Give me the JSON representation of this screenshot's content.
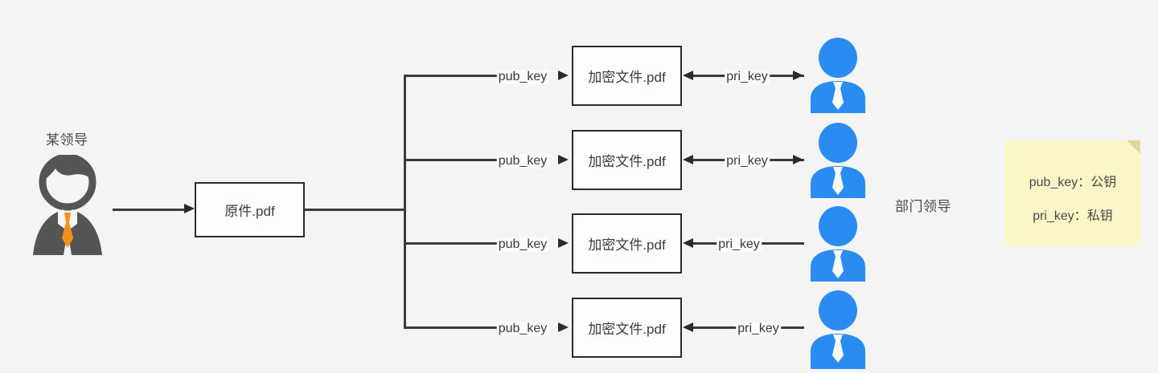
{
  "diagram": {
    "title_sender": "某领导",
    "title_receivers": "部门领导",
    "source_document": "原件.pdf",
    "encrypted_document": "加密文件.pdf",
    "pub_key_label": "pub_key",
    "pri_key_label": "pri_key",
    "colors": {
      "background": "#f4f4f4",
      "line": "#3a3a3a",
      "box_fill": "#fdfdfd",
      "box_border": "#2b2b2b",
      "sender_icon": "#555555",
      "sender_tie": "#f2921d",
      "receiver_icon": "#2a8cf0",
      "note_fill": "#fbf6c8",
      "note_fold": "#e3d89a",
      "text": "#4a4a4a"
    },
    "branches": [
      {
        "pub_key": "pub_key",
        "encrypted_document": "加密文件.pdf",
        "pri_key": "pri_key"
      },
      {
        "pub_key": "pub_key",
        "encrypted_document": "加密文件.pdf",
        "pri_key": "pri_key"
      },
      {
        "pub_key": "pub_key",
        "encrypted_document": "加密文件.pdf",
        "pri_key": "pri_key"
      },
      {
        "pub_key": "pub_key",
        "encrypted_document": "加密文件.pdf",
        "pri_key": "pri_key"
      }
    ],
    "legend": {
      "line1": "pub_key：公钥",
      "line2": "pri_key：私钥"
    }
  }
}
